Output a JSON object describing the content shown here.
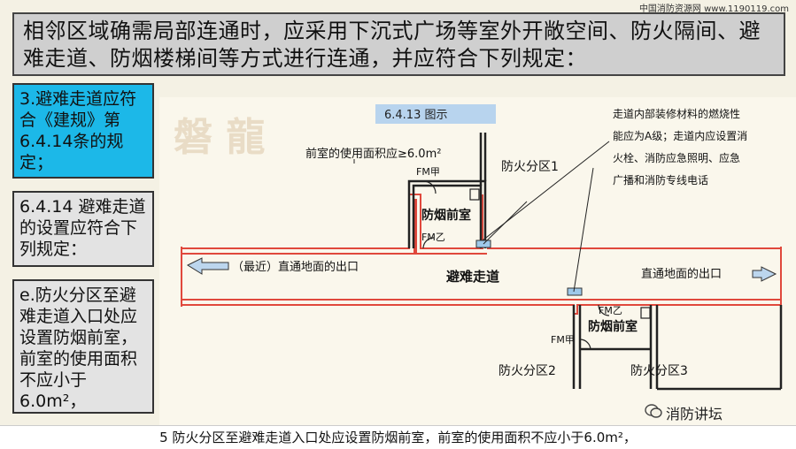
{
  "site_url": "中国消防资源网 www.1190119.com",
  "title": "相邻区域确需局部连通时，应采用下沉式广场等室外开敞空间、防火隔间、避难走道、防烟楼梯间等方式进行连通，并应符合下列规定：",
  "side": {
    "box1": "3.避难走道应符合《建规》第6.4.14条的规定；",
    "box2": "6.4.14 避难走道的设置应符合下列规定：",
    "box3": "e.防火分区至避难走道入口处应设置防烟前室，前室的使用面积不应小于6.0m²，"
  },
  "diagram": {
    "header": "6.4.13 图示",
    "area_note": "前室的使用面积应≥6.0m²",
    "material_note": [
      "走道内部装修材料的燃烧性",
      "能应为A级；走道内应设置消",
      "火栓、消防应急照明、应急",
      "广播和消防专线电话"
    ],
    "zone1": "防火分区1",
    "zone2": "防火分区2",
    "zone3": "防火分区3",
    "anteroom": "防烟前室",
    "corridor": "避难走道",
    "exit_left": "（最近）直通地面的出口",
    "exit_right": "直通地面的出口",
    "fm_a": "FM甲",
    "fm_b": "FM乙",
    "watermark": "磐 龍"
  },
  "footer": "5 防火分区至避难走道入口处应设置防烟前室，前室的使用面积不应小于6.0m²，",
  "brand": "消防讲坛",
  "colors": {
    "accent_box": "#1cb8e8",
    "wall_red": "#e0483c",
    "header_blue": "#b8d4ee"
  }
}
